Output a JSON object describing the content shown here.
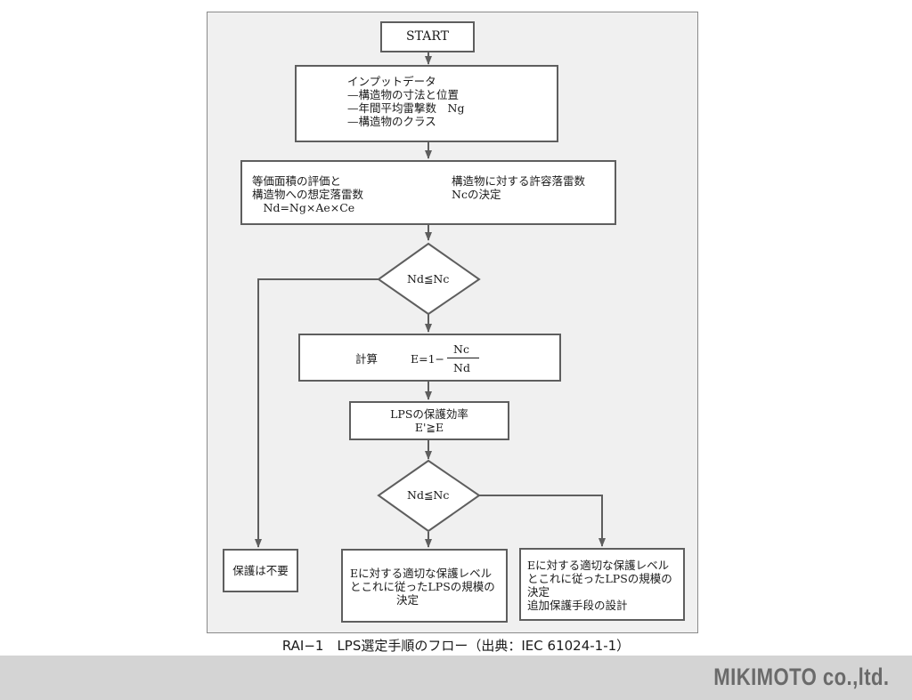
{
  "flow": {
    "start": "START",
    "input": {
      "title": "インプットデータ",
      "items": [
        "—構造物の寸法と位置",
        "—年間平均雷撃数　Ng",
        "—構造物のクラス"
      ]
    },
    "eval": {
      "left": [
        "等価面積の評価と",
        "構造物への想定落雷数",
        "　Nd=Ng×Ae×Ce"
      ],
      "right": [
        "構造物に対する許容落雷数",
        "Ncの決定"
      ]
    },
    "decision1": "Nd≦Nc",
    "calc": {
      "label": "計算",
      "formula_prefix": "E=1−",
      "numerator": "Nc",
      "denominator": "Nd"
    },
    "efficiency": [
      "LPSの保護効率",
      "E'≧E"
    ],
    "decision2": "Nd≦Nc",
    "no_protection": "保護は不要",
    "result_a": [
      "Eに対する適切な保護レベル",
      "とこれに従ったLPSの規模の",
      "決定"
    ],
    "result_b": [
      "Eに対する適切な保護レベル",
      "とこれに従ったLPSの規模の",
      "決定",
      "追加保護手段の設計"
    ]
  },
  "caption": "RAI−1　LPS選定手順のフロー（出典：IEC 61024-1-1）",
  "brand": "MIKIMOTO co.,ltd.",
  "colors": {
    "panel": "#f0f0f0",
    "line": "#5e5e5e",
    "footer": "#d4d4d4"
  }
}
